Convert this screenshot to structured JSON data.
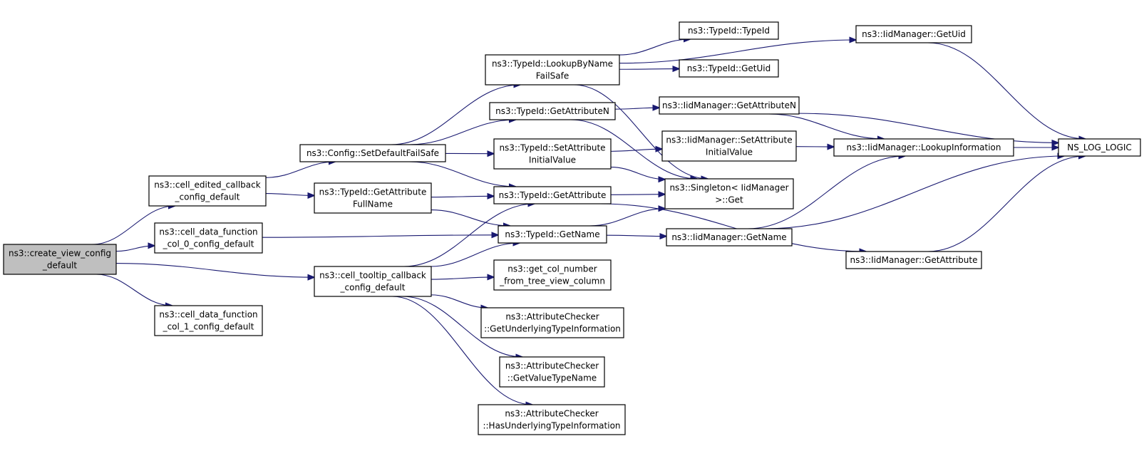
{
  "colors": {
    "edge": "#191970",
    "node_fill": "#ffffff",
    "root_fill": "#bfbfbf",
    "border": "#000000"
  },
  "nodes": {
    "create_view": {
      "lines": [
        "ns3::create_view_config",
        "_default"
      ]
    },
    "cell_edited": {
      "lines": [
        "ns3::cell_edited_callback",
        "_config_default"
      ]
    },
    "cell_data_col0": {
      "lines": [
        "ns3::cell_data_function",
        "_col_0_config_default"
      ]
    },
    "cell_tooltip": {
      "lines": [
        "ns3::cell_tooltip_callback",
        "_config_default"
      ]
    },
    "cell_data_col1": {
      "lines": [
        "ns3::cell_data_function",
        "_col_1_config_default"
      ]
    },
    "config_set_default": {
      "lines": [
        "ns3::Config::SetDefaultFailSafe"
      ]
    },
    "typeid_get_attr_fullname": {
      "lines": [
        "ns3::TypeId::GetAttribute",
        "FullName"
      ]
    },
    "typeid_lookup": {
      "lines": [
        "ns3::TypeId::LookupByName",
        "FailSafe"
      ]
    },
    "typeid_get_attr_n": {
      "lines": [
        "ns3::TypeId::GetAttributeN"
      ]
    },
    "typeid_set_attr_init": {
      "lines": [
        "ns3::TypeId::SetAttribute",
        "InitialValue"
      ]
    },
    "typeid_get_attribute": {
      "lines": [
        "ns3::TypeId::GetAttribute"
      ]
    },
    "typeid_get_name": {
      "lines": [
        "ns3::TypeId::GetName"
      ]
    },
    "get_col_number": {
      "lines": [
        "ns3::get_col_number",
        "_from_tree_view_column"
      ]
    },
    "attr_get_underlying": {
      "lines": [
        "ns3::AttributeChecker",
        "::GetUnderlyingTypeInformation"
      ]
    },
    "attr_get_value_type": {
      "lines": [
        "ns3::AttributeChecker",
        "::GetValueTypeName"
      ]
    },
    "attr_has_underlying": {
      "lines": [
        "ns3::AttributeChecker",
        "::HasUnderlyingTypeInformation"
      ]
    },
    "typeid_typeid": {
      "lines": [
        "ns3::TypeId::TypeId"
      ]
    },
    "typeid_getuid": {
      "lines": [
        "ns3::TypeId::GetUid"
      ]
    },
    "iid_get_attr_n": {
      "lines": [
        "ns3::IidManager::GetAttributeN"
      ]
    },
    "iid_set_attr_init": {
      "lines": [
        "ns3::IidManager::SetAttribute",
        "InitialValue"
      ]
    },
    "singleton_get": {
      "lines": [
        "ns3::Singleton< IidManager",
        ">::Get"
      ]
    },
    "iid_get_name": {
      "lines": [
        "ns3::IidManager::GetName"
      ]
    },
    "iid_get_uid": {
      "lines": [
        "ns3::IidManager::GetUid"
      ]
    },
    "iid_lookup_info": {
      "lines": [
        "ns3::IidManager::LookupInformation"
      ]
    },
    "iid_get_attribute": {
      "lines": [
        "ns3::IidManager::GetAttribute"
      ]
    },
    "ns_log_logic": {
      "lines": [
        "NS_LOG_LOGIC"
      ]
    }
  },
  "edges": [
    [
      "create_view",
      "cell_edited"
    ],
    [
      "create_view",
      "cell_data_col0"
    ],
    [
      "create_view",
      "cell_tooltip"
    ],
    [
      "create_view",
      "cell_data_col1"
    ],
    [
      "cell_edited",
      "config_set_default"
    ],
    [
      "cell_edited",
      "typeid_get_attr_fullname"
    ],
    [
      "cell_data_col0",
      "typeid_get_name"
    ],
    [
      "cell_tooltip",
      "typeid_get_attribute"
    ],
    [
      "cell_tooltip",
      "typeid_get_name"
    ],
    [
      "cell_tooltip",
      "get_col_number"
    ],
    [
      "cell_tooltip",
      "attr_get_underlying"
    ],
    [
      "cell_tooltip",
      "attr_get_value_type"
    ],
    [
      "cell_tooltip",
      "attr_has_underlying"
    ],
    [
      "config_set_default",
      "typeid_lookup"
    ],
    [
      "config_set_default",
      "typeid_get_attr_n"
    ],
    [
      "config_set_default",
      "typeid_set_attr_init"
    ],
    [
      "config_set_default",
      "typeid_get_attribute"
    ],
    [
      "typeid_get_attr_fullname",
      "typeid_get_attribute"
    ],
    [
      "typeid_get_attr_fullname",
      "typeid_get_name"
    ],
    [
      "typeid_lookup",
      "typeid_typeid"
    ],
    [
      "typeid_lookup",
      "typeid_getuid"
    ],
    [
      "typeid_lookup",
      "iid_get_uid"
    ],
    [
      "typeid_lookup",
      "singleton_get"
    ],
    [
      "typeid_get_attr_n",
      "iid_get_attr_n"
    ],
    [
      "typeid_get_attr_n",
      "singleton_get"
    ],
    [
      "typeid_set_attr_init",
      "iid_set_attr_init"
    ],
    [
      "typeid_set_attr_init",
      "singleton_get"
    ],
    [
      "typeid_get_attribute",
      "singleton_get"
    ],
    [
      "typeid_get_attribute",
      "iid_get_attribute"
    ],
    [
      "typeid_get_name",
      "singleton_get"
    ],
    [
      "typeid_get_name",
      "iid_get_name"
    ],
    [
      "iid_get_attr_n",
      "iid_lookup_info"
    ],
    [
      "iid_get_attr_n",
      "ns_log_logic"
    ],
    [
      "iid_set_attr_init",
      "iid_lookup_info"
    ],
    [
      "iid_get_name",
      "iid_lookup_info"
    ],
    [
      "iid_get_name",
      "ns_log_logic"
    ],
    [
      "iid_get_uid",
      "ns_log_logic"
    ],
    [
      "iid_lookup_info",
      "ns_log_logic"
    ],
    [
      "iid_get_attribute",
      "ns_log_logic"
    ]
  ]
}
